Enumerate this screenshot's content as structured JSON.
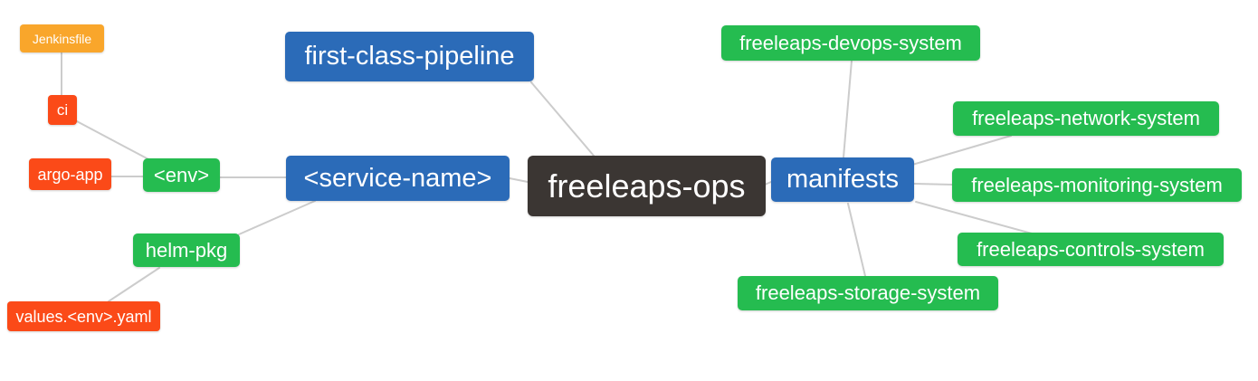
{
  "diagram": {
    "type": "mindmap",
    "root_id": "freeleaps-ops",
    "palette": {
      "root": "#3b3633",
      "branch": "#2b6bb8",
      "leaf_green": "#25bc50",
      "leaf_red": "#fb4a18",
      "leaf_amber": "#f9a62b",
      "connector": "#cccccc",
      "background": "#ffffff",
      "text": "#ffffff"
    },
    "nodes": [
      {
        "id": "freeleaps-ops",
        "label": "freeleaps-ops",
        "role": "root"
      },
      {
        "id": "first-class-pipeline",
        "label": "first-class-pipeline",
        "role": "branch"
      },
      {
        "id": "service-name",
        "label": "<service-name>",
        "role": "branch"
      },
      {
        "id": "manifests",
        "label": "manifests",
        "role": "branch"
      },
      {
        "id": "env",
        "label": "<env>",
        "role": "leaf_green"
      },
      {
        "id": "helm-pkg",
        "label": "helm-pkg",
        "role": "leaf_green"
      },
      {
        "id": "freeleaps-devops-system",
        "label": "freeleaps-devops-system",
        "role": "leaf_green"
      },
      {
        "id": "freeleaps-network-system",
        "label": "freeleaps-network-system",
        "role": "leaf_green"
      },
      {
        "id": "freeleaps-monitoring-system",
        "label": "freeleaps-monitoring-system",
        "role": "leaf_green"
      },
      {
        "id": "freeleaps-controls-system",
        "label": "freeleaps-controls-system",
        "role": "leaf_green"
      },
      {
        "id": "freeleaps-storage-system",
        "label": "freeleaps-storage-system",
        "role": "leaf_green"
      },
      {
        "id": "ci",
        "label": "ci",
        "role": "leaf_red"
      },
      {
        "id": "argo-app",
        "label": "argo-app",
        "role": "leaf_red"
      },
      {
        "id": "values-env-yaml",
        "label": "values.<env>.yaml",
        "role": "leaf_red"
      },
      {
        "id": "jenkinsfile",
        "label": "Jenkinsfile",
        "role": "leaf_amber"
      }
    ],
    "edges": [
      {
        "from": "freeleaps-ops",
        "to": "first-class-pipeline"
      },
      {
        "from": "freeleaps-ops",
        "to": "service-name"
      },
      {
        "from": "freeleaps-ops",
        "to": "manifests"
      },
      {
        "from": "service-name",
        "to": "env"
      },
      {
        "from": "service-name",
        "to": "helm-pkg"
      },
      {
        "from": "env",
        "to": "argo-app"
      },
      {
        "from": "env",
        "to": "ci"
      },
      {
        "from": "ci",
        "to": "jenkinsfile"
      },
      {
        "from": "helm-pkg",
        "to": "values-env-yaml"
      },
      {
        "from": "manifests",
        "to": "freeleaps-devops-system"
      },
      {
        "from": "manifests",
        "to": "freeleaps-network-system"
      },
      {
        "from": "manifests",
        "to": "freeleaps-monitoring-system"
      },
      {
        "from": "manifests",
        "to": "freeleaps-controls-system"
      },
      {
        "from": "manifests",
        "to": "freeleaps-storage-system"
      }
    ]
  }
}
